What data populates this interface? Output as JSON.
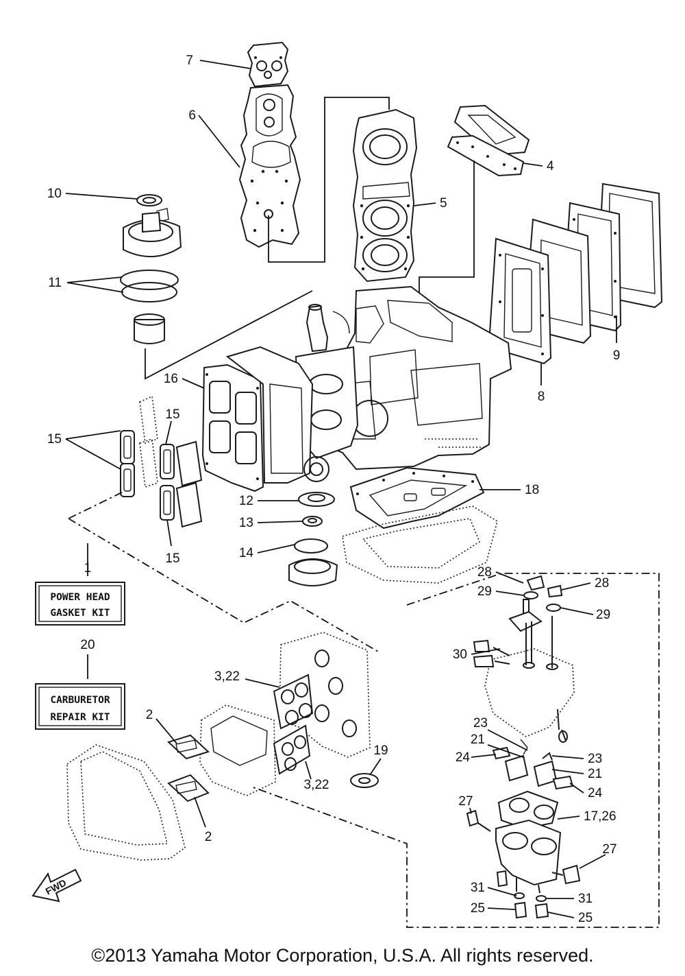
{
  "kits": {
    "power_head": {
      "number": "1",
      "line1": "POWER HEAD",
      "line2": "GASKET KIT"
    },
    "carburetor": {
      "number": "20",
      "line1": "CARBURETOR",
      "line2": "REPAIR KIT"
    }
  },
  "callouts": {
    "c7": "7",
    "c6": "6",
    "c10": "10",
    "c11": "11",
    "c4": "4",
    "c5": "5",
    "c9": "9",
    "c8": "8",
    "c16": "16",
    "c15a": "15",
    "c15b": "15",
    "c15c": "15",
    "c12": "12",
    "c13": "13",
    "c14": "14",
    "c18": "18",
    "c28a": "28",
    "c28b": "28",
    "c29a": "29",
    "c29b": "29",
    "c30": "30",
    "c3_22a": "3,22",
    "c3_22b": "3,22",
    "c2a": "2",
    "c2b": "2",
    "c19": "19",
    "c23a": "23",
    "c23b": "23",
    "c21a": "21",
    "c21b": "21",
    "c24a": "24",
    "c24b": "24",
    "c27a": "27",
    "c27b": "27",
    "c17_26": "17,26",
    "c31a": "31",
    "c31b": "31",
    "c25a": "25",
    "c25b": "25"
  },
  "fwd_label": "FWD",
  "copyright": "©2013 Yamaha Motor Corporation, U.S.A. All rights reserved."
}
